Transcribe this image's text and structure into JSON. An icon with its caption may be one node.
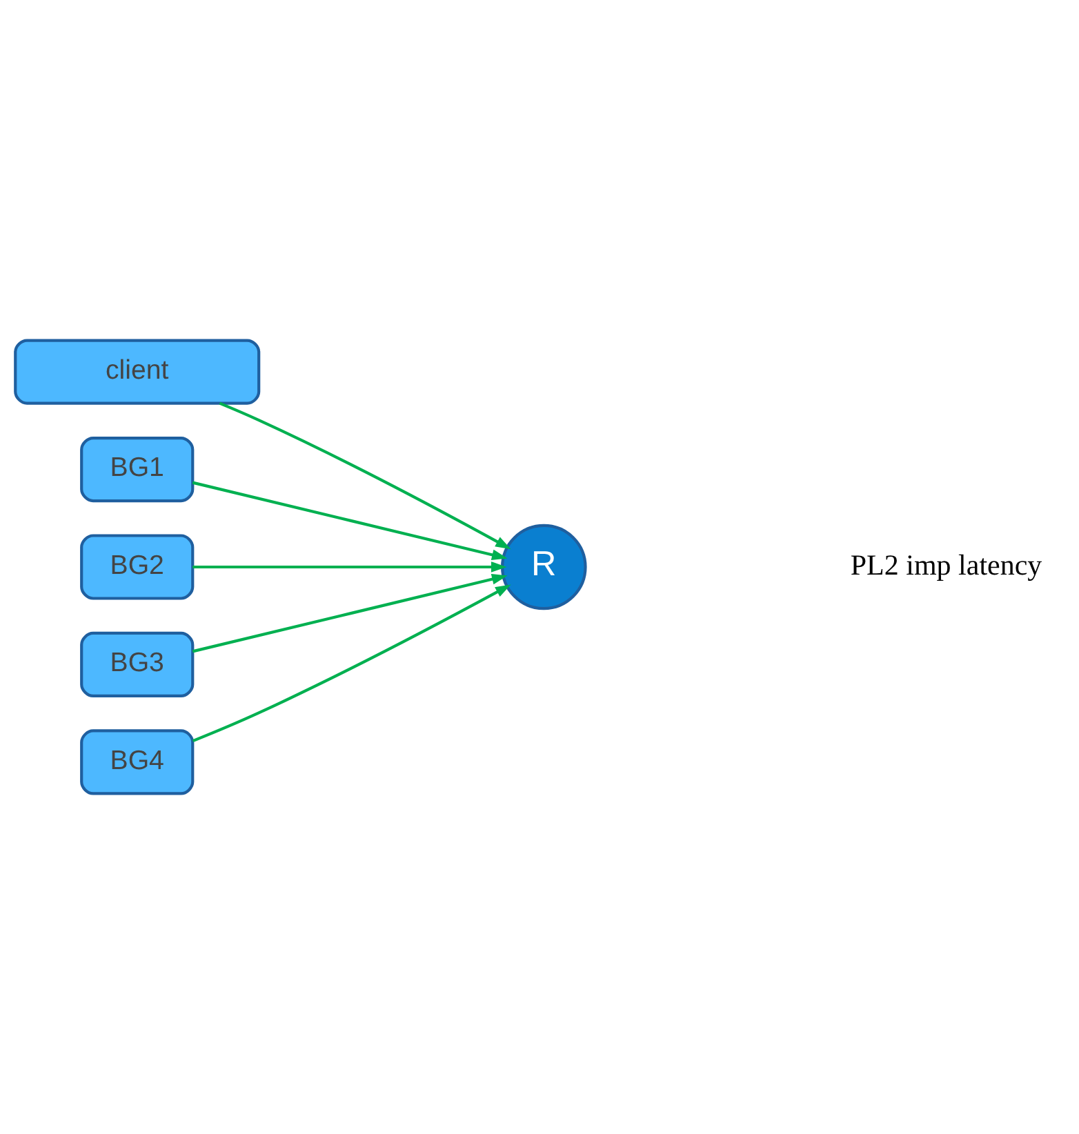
{
  "diagram": {
    "nodes": [
      {
        "text": [
          "client"
        ]
      },
      {
        "text": [
          "BG1"
        ]
      },
      {
        "text": [
          "BG2"
        ]
      },
      {
        "text": [
          "BG3"
        ]
      },
      {
        "text": [
          "BG4"
        ]
      },
      {
        "text": [
          "R"
        ]
      }
    ],
    "edges": [
      {
        "from": 0,
        "to": 5,
        "arrow": "to",
        "color": "#00b050"
      },
      {
        "from": 1,
        "to": 5,
        "arrow": "to",
        "color": "#00b050"
      },
      {
        "from": 2,
        "to": 5,
        "arrow": "to",
        "color": "#00b050"
      },
      {
        "from": 3,
        "to": 5,
        "arrow": "to",
        "color": "#00b050"
      },
      {
        "from": 4,
        "to": 5,
        "arrow": "to",
        "color": "#00b050"
      }
    ],
    "labels": [
      "PL2 imp latency"
    ]
  }
}
